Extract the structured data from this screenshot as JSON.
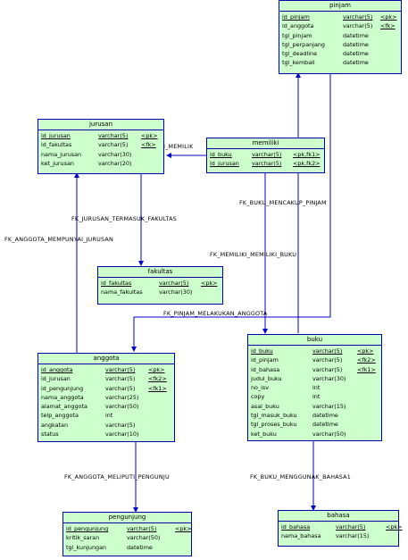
{
  "entities": {
    "pinjam": {
      "title": "pinjam",
      "rows": [
        {
          "name": "id_pinjam",
          "type": "varchar(5)",
          "key": "<pk>",
          "pk": true
        },
        {
          "name": "id_anggota",
          "type": "varchar(5)",
          "key": "<fk>"
        },
        {
          "name": "tgl_pinjam",
          "type": "datetime",
          "key": ""
        },
        {
          "name": "tgl_perpanjang",
          "type": "datetime",
          "key": ""
        },
        {
          "name": "tgl_deadline",
          "type": "datetime",
          "key": ""
        },
        {
          "name": "tgl_kembali",
          "type": "datetime",
          "key": ""
        }
      ]
    },
    "jurusan": {
      "title": "jurusan",
      "rows": [
        {
          "name": "id_jurusan",
          "type": "varchar(5)",
          "key": "<pk>",
          "pk": true
        },
        {
          "name": "id_fakultas",
          "type": "varchar(5)",
          "key": "<fk>"
        },
        {
          "name": "nama_jurusan",
          "type": "varchar(30)",
          "key": ""
        },
        {
          "name": "ket_jurusan",
          "type": "varchar(20)",
          "key": ""
        }
      ]
    },
    "memiliki": {
      "title": "memiliki",
      "rows": [
        {
          "name": "id_buku",
          "type": "varchar(5)",
          "key": "<pk,fk1>",
          "pk": true
        },
        {
          "name": "id_jurusan",
          "type": "varchar(5)",
          "key": "<pk,fk2>",
          "pk": true
        }
      ]
    },
    "fakultas": {
      "title": "fakultas",
      "rows": [
        {
          "name": "id_fakultas",
          "type": "varchar(5)",
          "key": "<pk>",
          "pk": true
        },
        {
          "name": "nama_fakultas",
          "type": "varchar(30)",
          "key": ""
        }
      ]
    },
    "anggota": {
      "title": "anggota",
      "rows": [
        {
          "name": "id_anggota",
          "type": "varchar(5)",
          "key": "<pk>",
          "pk": true
        },
        {
          "name": "id_jurusan",
          "type": "varchar(5)",
          "key": "<fk2>"
        },
        {
          "name": "id_pengunjung",
          "type": "varchar(5)",
          "key": "<fk1>"
        },
        {
          "name": "nama_anggota",
          "type": "varchar(25)",
          "key": ""
        },
        {
          "name": "alamat_anggota",
          "type": "varchar(50)",
          "key": ""
        },
        {
          "name": "telp_anggota",
          "type": "int",
          "key": ""
        },
        {
          "name": "angkatan",
          "type": "varchar(5)",
          "key": ""
        },
        {
          "name": "status",
          "type": "varchar(10)",
          "key": ""
        }
      ]
    },
    "buku": {
      "title": "buku",
      "rows": [
        {
          "name": "id_buku",
          "type": "varchar(5)",
          "key": "<pk>",
          "pk": true
        },
        {
          "name": "id_pinjam",
          "type": "varchar(5)",
          "key": "<fk2>"
        },
        {
          "name": "id_bahasa",
          "type": "varchar(5)",
          "key": "<fk1>"
        },
        {
          "name": "judul_buku",
          "type": "varchar(30)",
          "key": ""
        },
        {
          "name": "no_isv",
          "type": "int",
          "key": ""
        },
        {
          "name": "copy",
          "type": "int",
          "key": ""
        },
        {
          "name": "asal_buku",
          "type": "varchar(15)",
          "key": ""
        },
        {
          "name": "tgl_masuk_buku",
          "type": "datetime",
          "key": ""
        },
        {
          "name": "tgl_proses_buku",
          "type": "datetime",
          "key": ""
        },
        {
          "name": "ket_buku",
          "type": "varchar(50)",
          "key": ""
        }
      ]
    },
    "pengunjung": {
      "title": "pengunjung",
      "rows": [
        {
          "name": "id_pengunjung",
          "type": "varchar(5)",
          "key": "<pk>",
          "pk": true
        },
        {
          "name": "kritik_saran",
          "type": "varchar(50)",
          "key": ""
        },
        {
          "name": "tgl_kunjungan",
          "type": "datetime",
          "key": ""
        }
      ]
    },
    "bahasa": {
      "title": "bahasa",
      "rows": [
        {
          "name": "id_bahasa",
          "type": "varchar(5)",
          "key": "<pk>",
          "pk": true
        },
        {
          "name": "nama_bahasa",
          "type": "varchar(15)",
          "key": ""
        }
      ]
    }
  },
  "relationships": {
    "memilik": "I_MEMILIK",
    "jurusan_fakultas": "FK_JURUSAN_TERMASUK_FAKULTAS",
    "anggota_jurusan": "FK_ANGGOTA_MEMPUNYAI_JURUSAN",
    "buku_pinjam": "FK_BUKU_MENCAKUP_PINJAM",
    "memiliki_buku": "FK_MEMILIKI_MEMILIKI_BUKU",
    "pinjam_anggota": "FK_PINJAM_MELAKUKAN_ANGGOTA",
    "anggota_pengunju": "FK_ANGGOTA_MELIPUTI_PENGUNJU",
    "buku_bahasa": "FK_BUKU_MENGGUNAK_BAHASA1"
  },
  "colors": {
    "entity_fill": "#ccffcc",
    "entity_border": "#0000aa",
    "line": "#0000cc"
  }
}
